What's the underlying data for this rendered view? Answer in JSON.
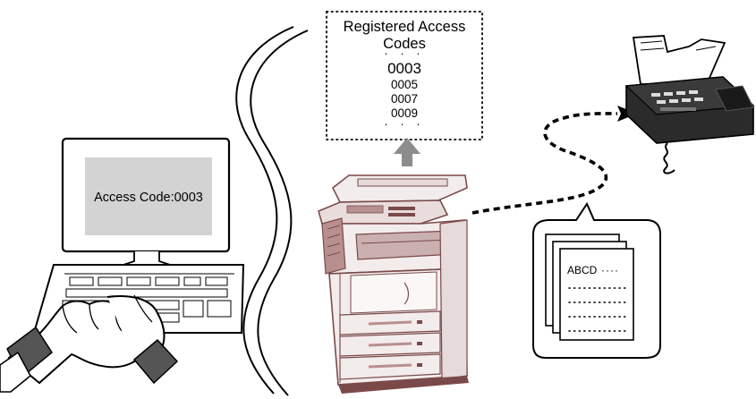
{
  "computer": {
    "screen_text": "Access Code:0003"
  },
  "registered_codes": {
    "title_line1": "Registered Access",
    "title_line2": "Codes",
    "codes": [
      "0003",
      "0005",
      "0007",
      "0009"
    ]
  },
  "document": {
    "text": "ABCD"
  },
  "colors": {
    "copier_body": "#f3ecec",
    "copier_outline": "#7a4a4a",
    "copier_shade": "#b88f8f",
    "arrow": "#8c8c8c",
    "fax_body": "#2b2b2b"
  }
}
